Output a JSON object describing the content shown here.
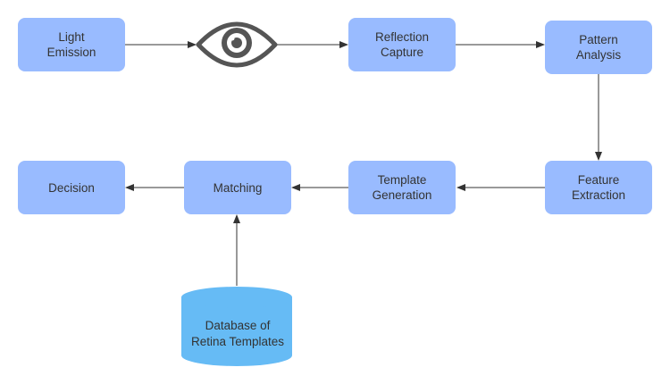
{
  "diagram": {
    "nodes": {
      "light_emission": "Light\nEmission",
      "reflection_capture": "Reflection\nCapture",
      "pattern_analysis": "Pattern\nAnalysis",
      "feature_extraction": "Feature\nExtraction",
      "template_generation": "Template\nGeneration",
      "matching": "Matching",
      "decision": "Decision",
      "database": "Database of\nRetina Templates"
    },
    "eye_icon": "eye-icon",
    "colors": {
      "node_fill": "#99bbff",
      "database_fill": "#66bbf5",
      "arrow": "#333333",
      "icon": "#555555"
    }
  }
}
